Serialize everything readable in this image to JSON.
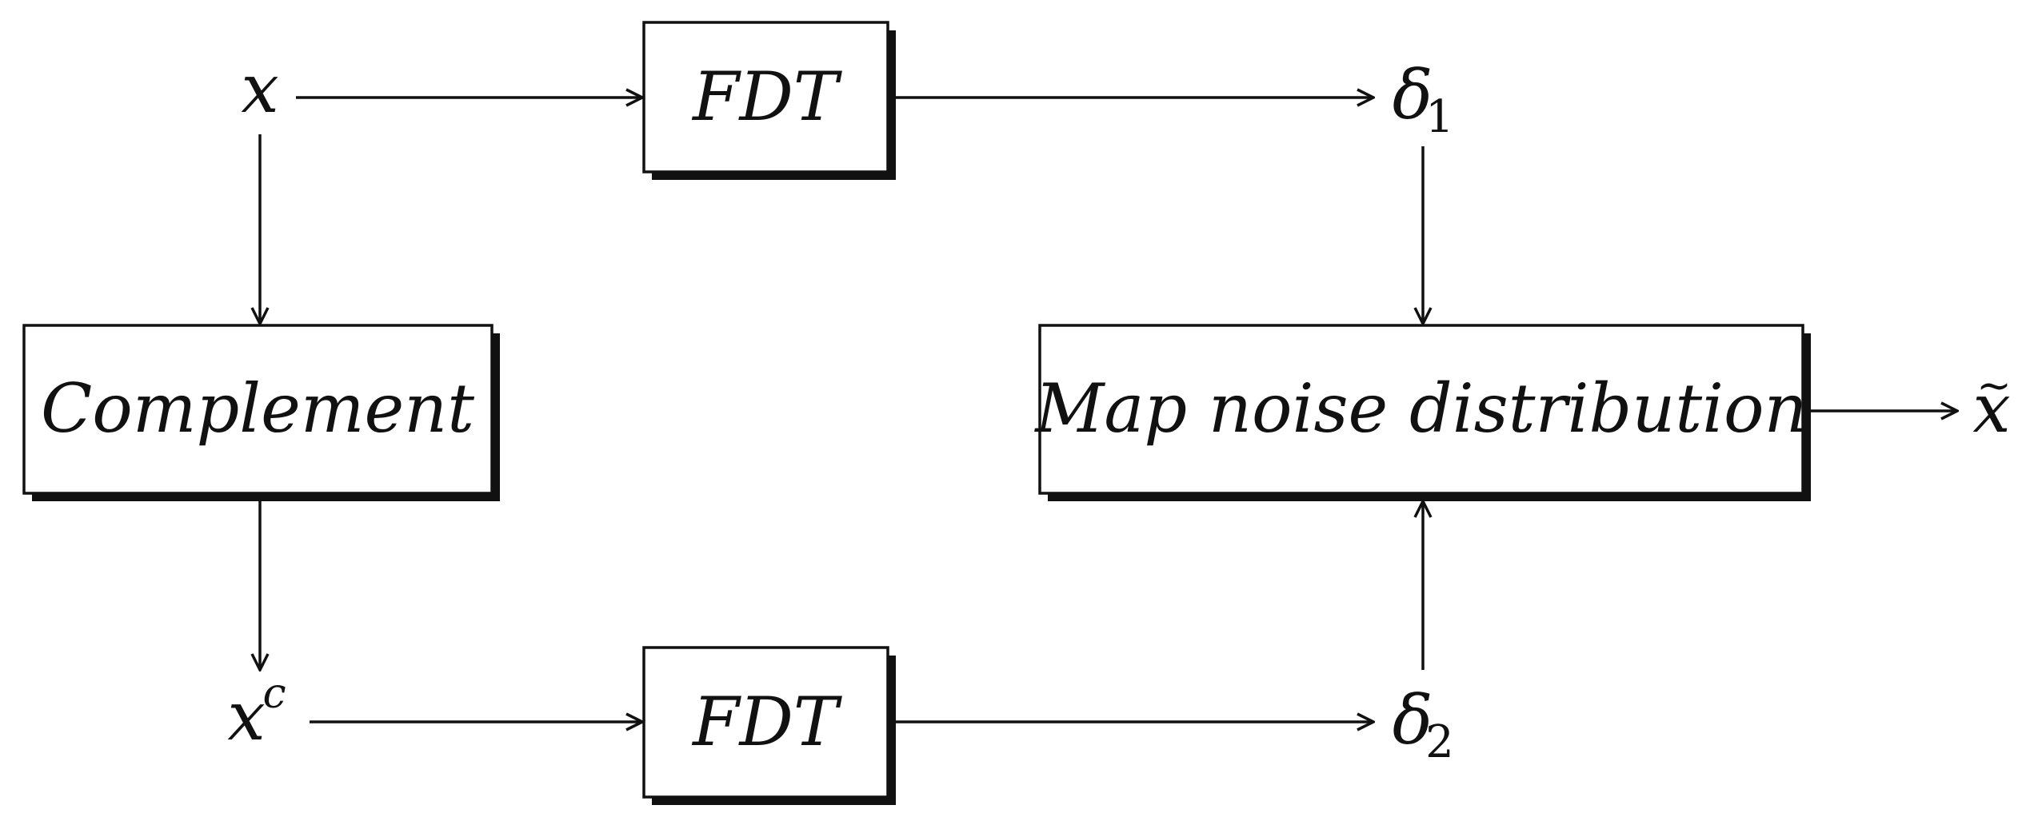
{
  "nodes": {
    "input_x": {
      "label": "x"
    },
    "input_xc": {
      "label": "x",
      "superscript": "c"
    },
    "fdt_top": {
      "label": "FDT"
    },
    "fdt_bottom": {
      "label": "FDT"
    },
    "complement": {
      "label": "Complement"
    },
    "map_noise": {
      "label": "Map noise distribution"
    },
    "delta_1": {
      "label": "δ",
      "subscript": "1"
    },
    "delta_2": {
      "label": "δ",
      "subscript": "2"
    },
    "output": {
      "label": "x",
      "accent": "~"
    }
  },
  "edges": [
    {
      "from": "input_x",
      "to": "fdt_top"
    },
    {
      "from": "fdt_top",
      "to": "delta_1"
    },
    {
      "from": "input_x",
      "to": "complement"
    },
    {
      "from": "complement",
      "to": "input_xc"
    },
    {
      "from": "input_xc",
      "to": "fdt_bottom"
    },
    {
      "from": "fdt_bottom",
      "to": "delta_2"
    },
    {
      "from": "delta_1",
      "to": "map_noise"
    },
    {
      "from": "delta_2",
      "to": "map_noise"
    },
    {
      "from": "map_noise",
      "to": "output"
    }
  ],
  "colors": {
    "stroke": "#111111",
    "background": "#ffffff"
  }
}
